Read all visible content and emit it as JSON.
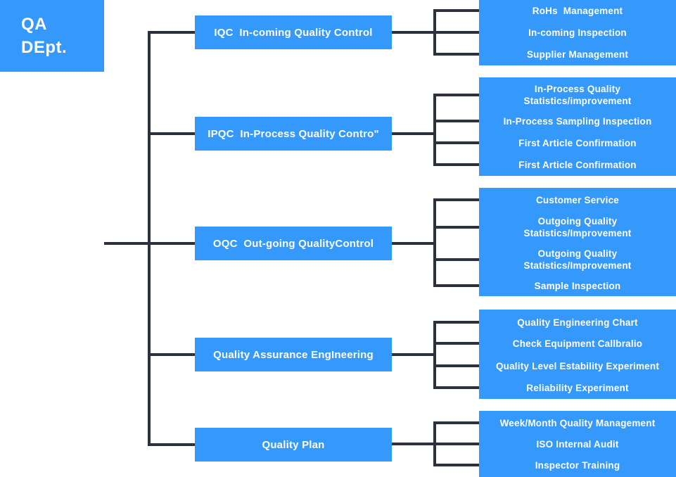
{
  "colors": {
    "box_blue": "#3598fb",
    "line_dark": "#2b323e",
    "text_white": "#ffffff"
  },
  "root": {
    "label": "QA\nDEpt."
  },
  "branches": [
    {
      "label": "IQC  In-coming Quality Control",
      "children": [
        "RoHs  Management",
        "In-coming Inspection",
        "Supplier Management"
      ]
    },
    {
      "label": "IPQC  In-Process Quality Contro\"",
      "children": [
        "In-Process Quality\nStatistics/improvement",
        "In-Process Sampling Inspection",
        "First Article Confirmation",
        "First Article Confirmation"
      ]
    },
    {
      "label": "OQC  Out-going QualityControl",
      "children": [
        "Customer Service",
        "Outgoing Quality\nStatistics/Improvement",
        "Outgoing Quality\nStatistics/Improvement",
        "Sample Inspection"
      ]
    },
    {
      "label": "Quality Assurance EngIneering",
      "children": [
        "Quality Engineering Chart",
        "Check Equipment Callbralio",
        "Quality Level Estability Experiment",
        "Reliability Experiment"
      ]
    },
    {
      "label": "Quality Plan",
      "children": [
        "Week/Month Quality Management",
        "ISO Internal Audit",
        "Inspector Training"
      ]
    }
  ]
}
